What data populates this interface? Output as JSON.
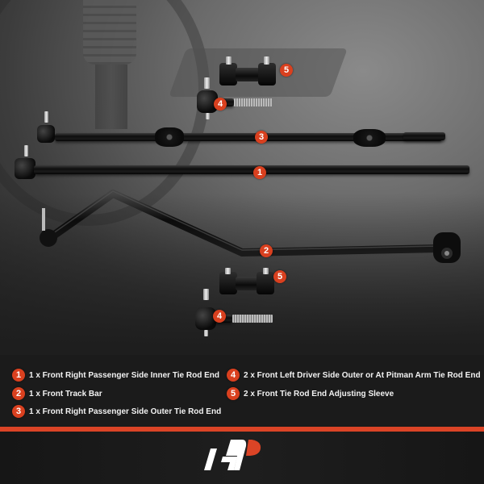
{
  "colors": {
    "accent": "#db4426",
    "badge": "#d9401f",
    "legend_background": "#1b1b1b",
    "text": "#f2f2f2"
  },
  "parts": [
    {
      "number": "1",
      "name": "Front Right Passenger Side Inner Tie Rod End"
    },
    {
      "number": "2",
      "name": "Front Track Bar"
    },
    {
      "number": "3",
      "name": "Front Right Passenger Side Outer Tie Rod End"
    },
    {
      "number": "4",
      "name": "Front Left Driver Side Outer or At Pitman Arm Tie Rod End"
    },
    {
      "number": "5",
      "name": "Front Tie Rod End Adjusting Sleeve"
    }
  ],
  "image_callouts": [
    "5",
    "4",
    "3",
    "1",
    "2",
    "5",
    "4"
  ],
  "legend": [
    {
      "number": "1",
      "text": "1 x Front Right Passenger Side Inner Tie Rod End"
    },
    {
      "number": "2",
      "text": "1 x Front Track Bar"
    },
    {
      "number": "3",
      "text": "1 x Front Right Passenger Side Outer Tie Rod End"
    },
    {
      "number": "4",
      "text": "2 x Front Left Driver Side Outer or At Pitman Arm Tie Rod End"
    },
    {
      "number": "5",
      "text": "2 x Front Tie Rod End Adjusting Sleeve"
    }
  ],
  "footer": {
    "logo_icon": "brand-logo-icon"
  }
}
